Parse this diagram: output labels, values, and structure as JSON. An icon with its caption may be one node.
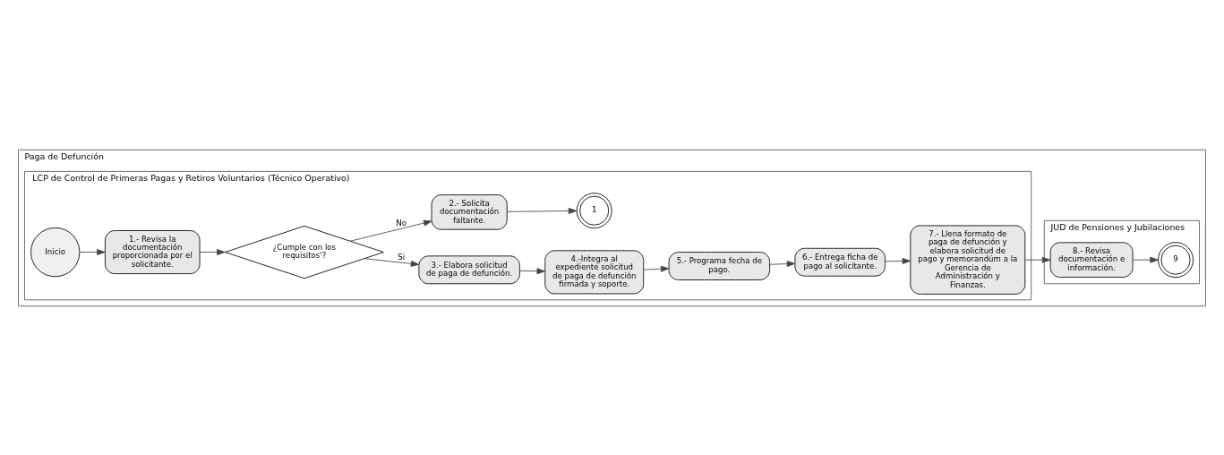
{
  "diagram": {
    "nodes": [
      {
        "text": [
          "Paga de Defunción"
        ]
      },
      {
        "text": [
          "LCP de Control de Primeras Pagas y Retiros Voluntarios (Técnico Operativo)"
        ],
        "in": 0
      },
      {
        "text": [
          "JUD de Pensiones y Jubilaciones"
        ],
        "in": 0
      },
      {
        "text": [
          "Inicio"
        ],
        "in": 1
      },
      {
        "text": [
          "1.- Revisa la documentación proporcionada por el solicitante."
        ],
        "in": 1
      },
      {
        "text": [
          "¿Cumple con los requisitos'?"
        ],
        "in": 1
      },
      {
        "text": [
          "3.- Elabora solicitud de paga de defunción."
        ],
        "in": 1
      },
      {
        "text": [
          "2.- Solicita documentación faltante."
        ],
        "in": 1
      },
      {
        "text": [
          "1"
        ],
        "in": 1
      },
      {
        "text": [
          "4.-Integra al expediente solicitud de paga de defunción firmada y soporte."
        ],
        "in": 1
      },
      {
        "text": [
          "5.- Programa fecha de pago."
        ],
        "in": 1
      },
      {
        "text": [
          "6.- Entrega ficha de pago al solicitante."
        ],
        "in": 1
      },
      {
        "text": [
          "7.- Llena formato de paga de defunción y elabora solicitud de pago y memorandúm a la Gerencia de Administración y Finanzas."
        ],
        "in": 1
      },
      {
        "text": [
          "8.- Revisa documentación e información."
        ],
        "in": 2
      },
      {
        "text": [
          "9"
        ],
        "in": 2
      }
    ],
    "edges": [
      {
        "from": 3,
        "to": 4,
        "arrow": "to"
      },
      {
        "from": 4,
        "to": 5,
        "arrow": "to"
      },
      {
        "from": 5,
        "to": 6,
        "label": "Si",
        "arrow": "to"
      },
      {
        "from": 5,
        "to": 7,
        "label": "No",
        "arrow": "to"
      },
      {
        "from": 7,
        "to": 8,
        "arrow": "to"
      },
      {
        "from": 6,
        "to": 9,
        "arrow": "to"
      },
      {
        "from": 9,
        "to": 10,
        "arrow": "to"
      },
      {
        "from": 10,
        "to": 11,
        "arrow": "to"
      },
      {
        "from": 11,
        "to": 12,
        "arrow": "to"
      },
      {
        "from": 12,
        "to": 13,
        "arrow": "to"
      },
      {
        "from": 13,
        "to": 14,
        "arrow": "to"
      }
    ]
  }
}
